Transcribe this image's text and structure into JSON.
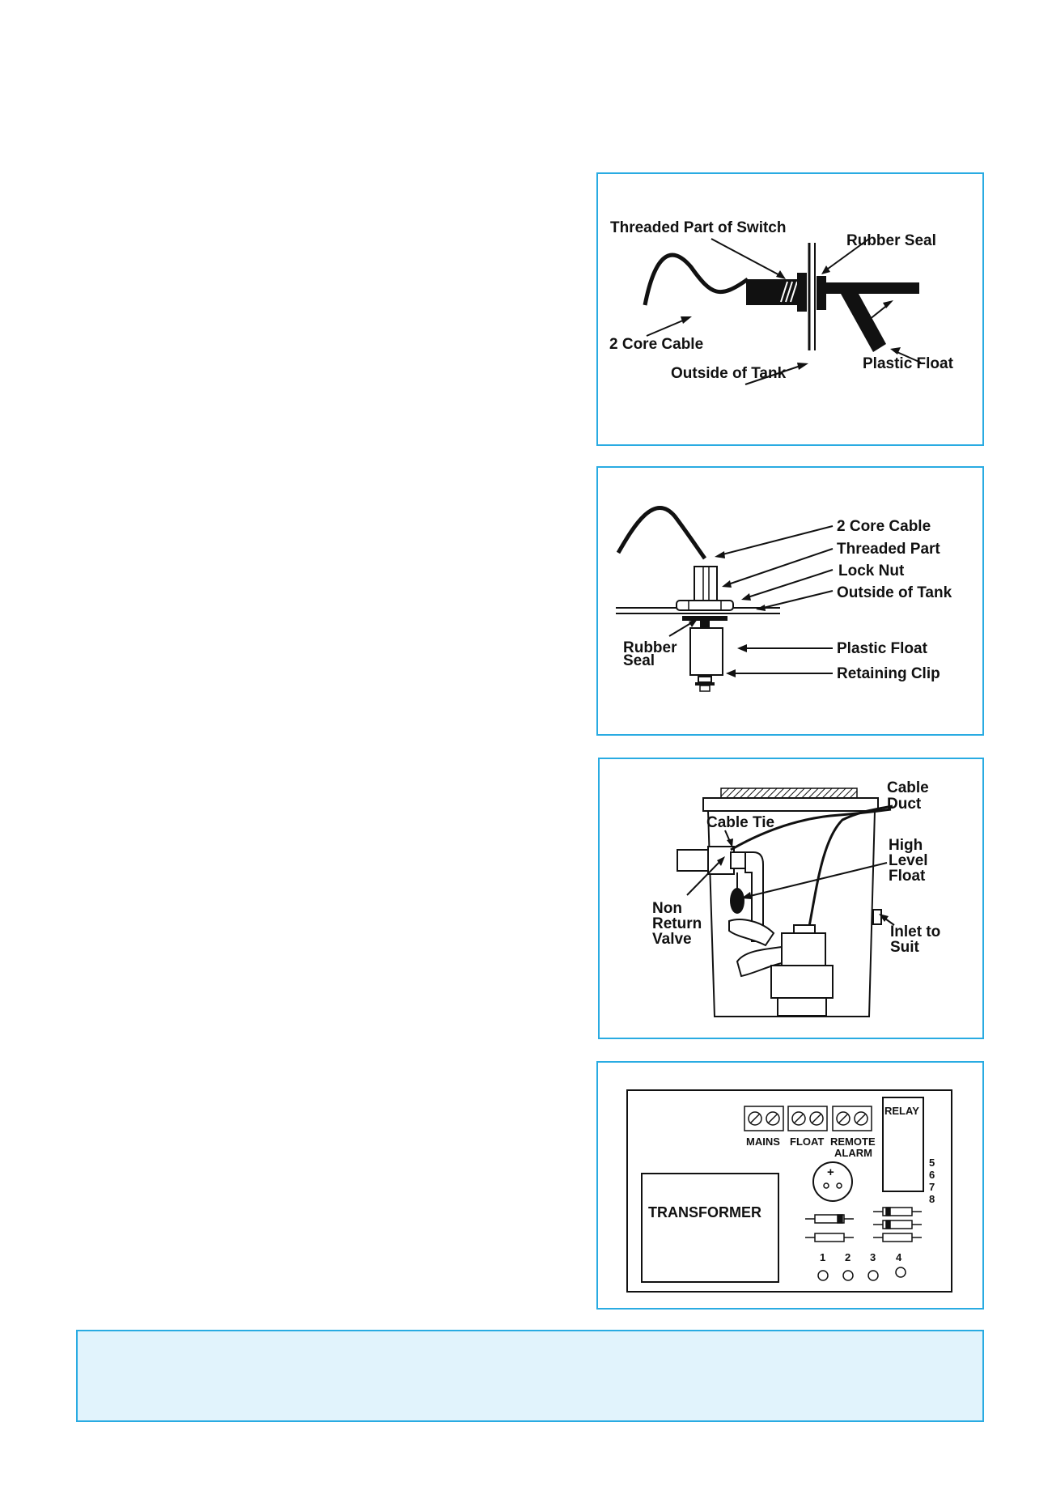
{
  "colors": {
    "panel_border": "#29abe2",
    "note_background": "#e1f3fc",
    "ink": "#111111"
  },
  "fig1": {
    "threaded_part": "Threaded Part of Switch",
    "rubber_seal": "Rubber Seal",
    "cable": "2 Core Cable",
    "outside_tank": "Outside of Tank",
    "plastic_float": "Plastic Float"
  },
  "fig2": {
    "cable": "2 Core Cable",
    "threaded_part": "Threaded Part",
    "lock_nut": "Lock Nut",
    "outside_tank": "Outside of Tank",
    "rubber_1": "Rubber",
    "rubber_2": "Seal",
    "plastic_float": "Plastic Float",
    "retaining_clip": "Retaining Clip"
  },
  "fig3": {
    "cable_1": "Cable",
    "cable_2": "Duct",
    "cable_tie": "Cable Tie",
    "high_1": "High",
    "high_2": "Level",
    "high_3": "Float",
    "nrv_1": "Non",
    "nrv_2": "Return",
    "nrv_3": "Valve",
    "inlet_1": "Inlet to",
    "inlet_2": "Suit"
  },
  "fig4": {
    "relay": "RELAY",
    "mains": "MAINS",
    "float": "FLOAT",
    "remote_1": "REMOTE",
    "remote_2": "ALARM",
    "transformer": "TRANSFORMER",
    "relay_pins": [
      "5",
      "6",
      "7",
      "8"
    ],
    "terminals": [
      "1",
      "2",
      "3",
      "4"
    ],
    "plus": "+"
  }
}
